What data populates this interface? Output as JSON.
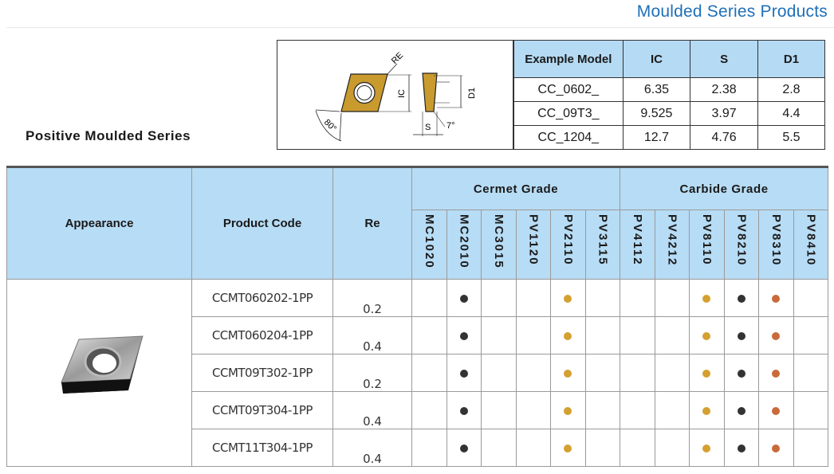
{
  "header": {
    "title": "Moulded Series Products"
  },
  "series": {
    "label": "Positive Moulded Series"
  },
  "diagram": {
    "re": "RE",
    "ic": "IC",
    "d1": "D1",
    "s": "S",
    "angle80": "80°",
    "angle7": "7°"
  },
  "spec_table": {
    "headers": [
      "Example Model",
      "IC",
      "S",
      "D1"
    ],
    "rows": [
      [
        "CC_0602_",
        "6.35",
        "2.38",
        "2.8"
      ],
      [
        "CC_09T3_",
        "9.525",
        "3.97",
        "4.4"
      ],
      [
        "CC_1204_",
        "12.7",
        "4.76",
        "5.5"
      ]
    ]
  },
  "main_table": {
    "col_appearance": "Appearance",
    "col_code": "Product Code",
    "col_re": "Re",
    "group_cermet": "Cermet Grade",
    "group_carbide": "Carbide Grade",
    "grades": [
      "MC1020",
      "MC2010",
      "MC3015",
      "PV1120",
      "PV2110",
      "PV3115",
      "PV4112",
      "PV4212",
      "PV8110",
      "PV8210",
      "PV8310",
      "PV8410"
    ],
    "rows": [
      {
        "code": "CCMT060202-1PP",
        "re": "0.2",
        "dots": [
          "",
          "black",
          "",
          "",
          "gold",
          "",
          "",
          "",
          "gold",
          "black",
          "copper",
          ""
        ]
      },
      {
        "code": "CCMT060204-1PP",
        "re": "0.4",
        "dots": [
          "",
          "black",
          "",
          "",
          "gold",
          "",
          "",
          "",
          "gold",
          "black",
          "copper",
          ""
        ]
      },
      {
        "code": "CCMT09T302-1PP",
        "re": "0.2",
        "dots": [
          "",
          "black",
          "",
          "",
          "gold",
          "",
          "",
          "",
          "gold",
          "black",
          "copper",
          ""
        ]
      },
      {
        "code": "CCMT09T304-1PP",
        "re": "0.4",
        "dots": [
          "",
          "black",
          "",
          "",
          "gold",
          "",
          "",
          "",
          "gold",
          "black",
          "copper",
          ""
        ]
      },
      {
        "code": "CCMT11T304-1PP",
        "re": "0.4",
        "dots": [
          "",
          "black",
          "",
          "",
          "gold",
          "",
          "",
          "",
          "gold",
          "black",
          "copper",
          ""
        ]
      }
    ],
    "dot_colors": {
      "black": "#333333",
      "gold": "#d4a030",
      "copper": "#c96a3a"
    }
  },
  "colors": {
    "accent": "#1f6fb8",
    "header_bg": "#b7dcf5",
    "insert_gold": "#c99a2e"
  }
}
